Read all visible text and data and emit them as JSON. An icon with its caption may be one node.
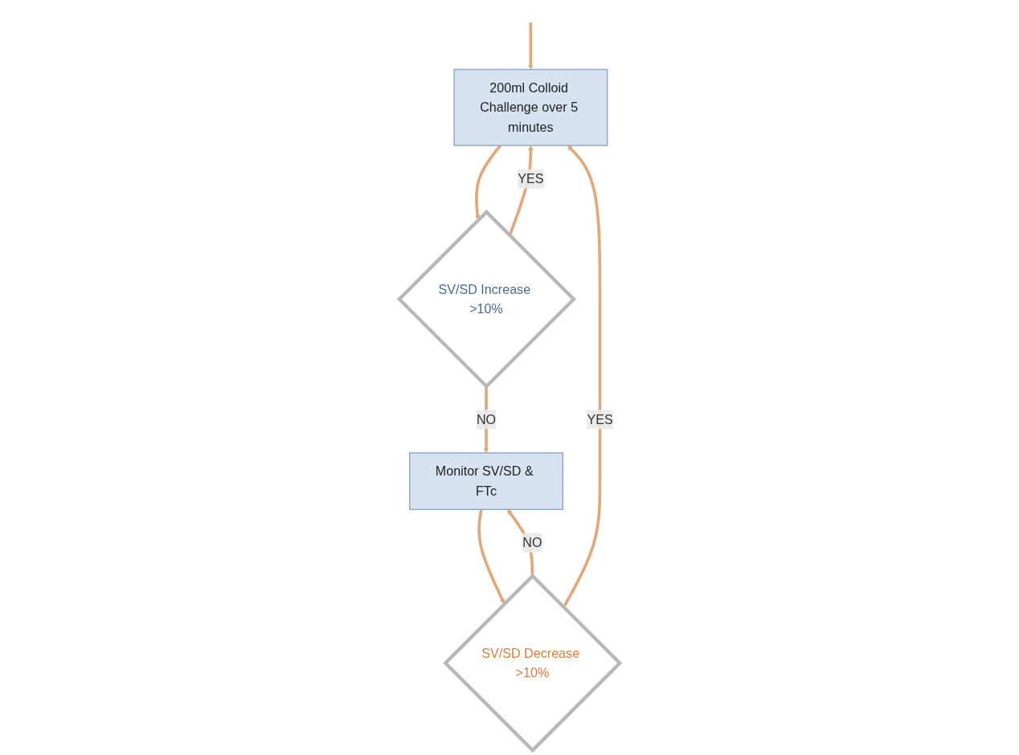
{
  "diagram": {
    "nodes": [
      {
        "text": [
          "200ml Colloid Challenge over 5 minutes"
        ]
      },
      {
        "text": [
          "SV/SD Increase >10%"
        ]
      },
      {
        "text": [
          "SV/SD Decrease >10%"
        ]
      },
      {
        "text": [
          "Monitor SV/SD & FTc"
        ]
      }
    ],
    "edges": [
      {
        "from": null,
        "to": 0,
        "arrow": "to"
      },
      {
        "from": 0,
        "to": 1,
        "arrow": "to"
      },
      {
        "from": 1,
        "to": 0,
        "label": "YES",
        "arrow": "to"
      },
      {
        "from": 1,
        "to": 3,
        "label": "NO",
        "arrow": "to"
      },
      {
        "from": 3,
        "to": 2,
        "arrow": "to"
      },
      {
        "from": 2,
        "to": 0,
        "label": "YES",
        "arrow": "to"
      },
      {
        "from": 2,
        "to": 3,
        "label": "NO",
        "arrow": "to"
      }
    ]
  }
}
